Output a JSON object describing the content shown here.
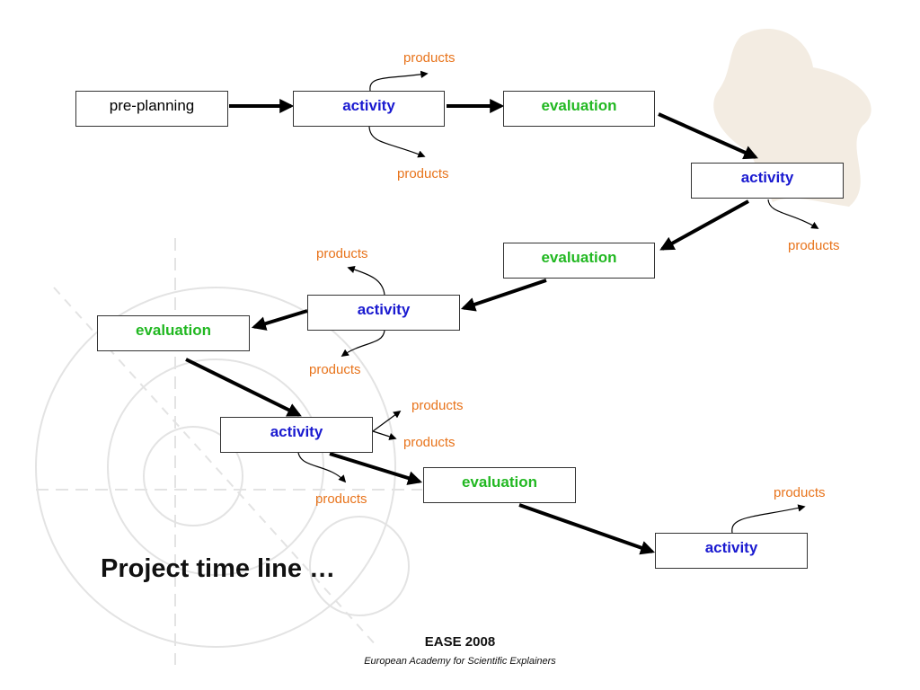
{
  "diagram": {
    "boxes": [
      {
        "id": "b0",
        "label": "pre-planning",
        "kind": "plain"
      },
      {
        "id": "b1",
        "label": "activity",
        "kind": "activity"
      },
      {
        "id": "b2",
        "label": "evaluation",
        "kind": "evaluation"
      },
      {
        "id": "b3",
        "label": "activity",
        "kind": "activity"
      },
      {
        "id": "b4",
        "label": "evaluation",
        "kind": "evaluation"
      },
      {
        "id": "b5",
        "label": "activity",
        "kind": "activity"
      },
      {
        "id": "b6",
        "label": "evaluation",
        "kind": "evaluation"
      },
      {
        "id": "b7",
        "label": "activity",
        "kind": "activity"
      },
      {
        "id": "b8",
        "label": "evaluation",
        "kind": "evaluation"
      },
      {
        "id": "b9",
        "label": "activity",
        "kind": "activity"
      }
    ],
    "flow": [
      "b0",
      "b1",
      "b2",
      "b3",
      "b4",
      "b5",
      "b6",
      "b7",
      "b8",
      "b9"
    ],
    "products_label": "products",
    "colors": {
      "activity": "#1a1ad0",
      "evaluation": "#22b822",
      "products": "#e8741c",
      "arrow": "#000000"
    }
  },
  "title": "Project time line …",
  "footer": {
    "line1": "EASE 2008",
    "line2": "European Academy for Scientific Explainers"
  }
}
